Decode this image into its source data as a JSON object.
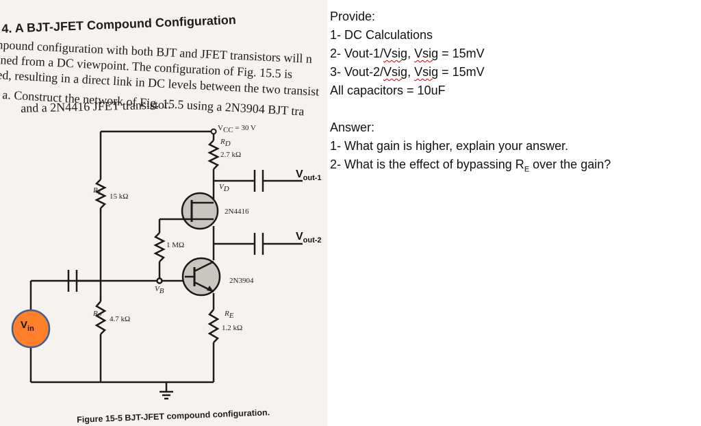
{
  "problem": {
    "title": "4. A BJT-JFET Compound Configuration",
    "para1_line1": "npound configuration with both BJT and JFET transistors will n",
    "para1_line2": "ined from a DC viewpoint. The configuration of Fig. 15.5 is",
    "para1_line3": "ed, resulting in a direct link in DC levels between the two transist",
    "item_a_line1": "a. Construct the network of Fig. 15.5 using a 2N3904 BJT tra",
    "item_a_line2": "and a 2N4416 JFET transistor."
  },
  "circuit": {
    "vcc": "V",
    "vcc_sub": "CC",
    "vcc_value": "= 30 V",
    "rd_name": "R",
    "rd_sub": "D",
    "rd_value": "2.7 kΩ",
    "r1_name": "R",
    "r1_sub": "1",
    "r1_value": "15 kΩ",
    "r1m_value": "1 MΩ",
    "vd_label": "V",
    "vd_sub": "D",
    "jfet_name": "2N4416",
    "bjt_name": "2N3904",
    "vb_label": "V",
    "vb_sub": "B",
    "r2_name": "R",
    "r2_sub": "2",
    "r2_value": "4.7 kΩ",
    "re_name": "R",
    "re_sub": "E",
    "re_value": "1.2 kΩ",
    "vin_main": "V",
    "vin_sub": "in",
    "vout1_main": "V",
    "vout1_sub": "out-1",
    "vout2_main": "V",
    "vout2_sub": "out-2",
    "figure_caption": "Figure 15-5  BJT-JFET compound configuration.",
    "colors": {
      "source_fill": "#ff7f2a",
      "source_border": "#3d5f94",
      "wire": "#1a1a1a"
    }
  },
  "provide": {
    "heading": "Provide:",
    "item1": "1- DC Calculations",
    "item2_prefix": "2- Vout-1/",
    "item2_wavy": "Vsig",
    "item2_mid": ", ",
    "item2_wavy2": "Vsig",
    "item2_suffix": " = 15mV",
    "item3_prefix": "3- Vout-2/",
    "item3_wavy": "Vsig",
    "item3_mid": ", ",
    "item3_wavy2": "Vsig",
    "item3_suffix": " = 15mV",
    "capacitors": "All capacitors = 10uF"
  },
  "answer": {
    "heading": "Answer:",
    "q1": "1- What gain is higher, explain your answer.",
    "q2_prefix": "2- What is the effect of bypassing R",
    "q2_sub": "E",
    "q2_suffix": " over the gain?"
  }
}
